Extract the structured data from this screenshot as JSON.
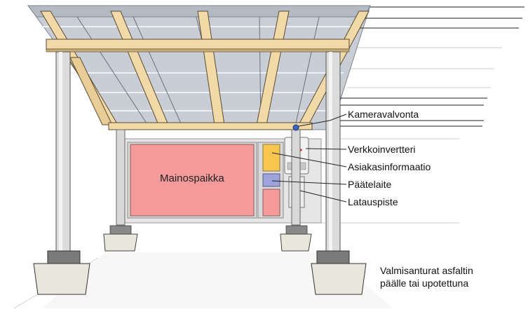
{
  "diagram": {
    "ad_space": "Mainospaikka",
    "callouts": [
      {
        "id": "camera",
        "text": "Kameravalvonta"
      },
      {
        "id": "inverter",
        "text": "Verkkoinvertteri"
      },
      {
        "id": "info",
        "text": "Asiakasinformaatio"
      },
      {
        "id": "terminal",
        "text": "Päätelaite"
      },
      {
        "id": "charger",
        "text": "Latauspiste"
      }
    ],
    "note_line1": "Valmisanturat asfaltin",
    "note_line2": "päälle tai upotettuna"
  },
  "colors": {
    "ad_panel": "#f49a9a",
    "info_panel": "#f8c64e",
    "terminal_panel": "#9fa3dc",
    "charger_panel": "#f49a9a",
    "beam": "#f1d9a8",
    "roof": "#c9ced6"
  }
}
